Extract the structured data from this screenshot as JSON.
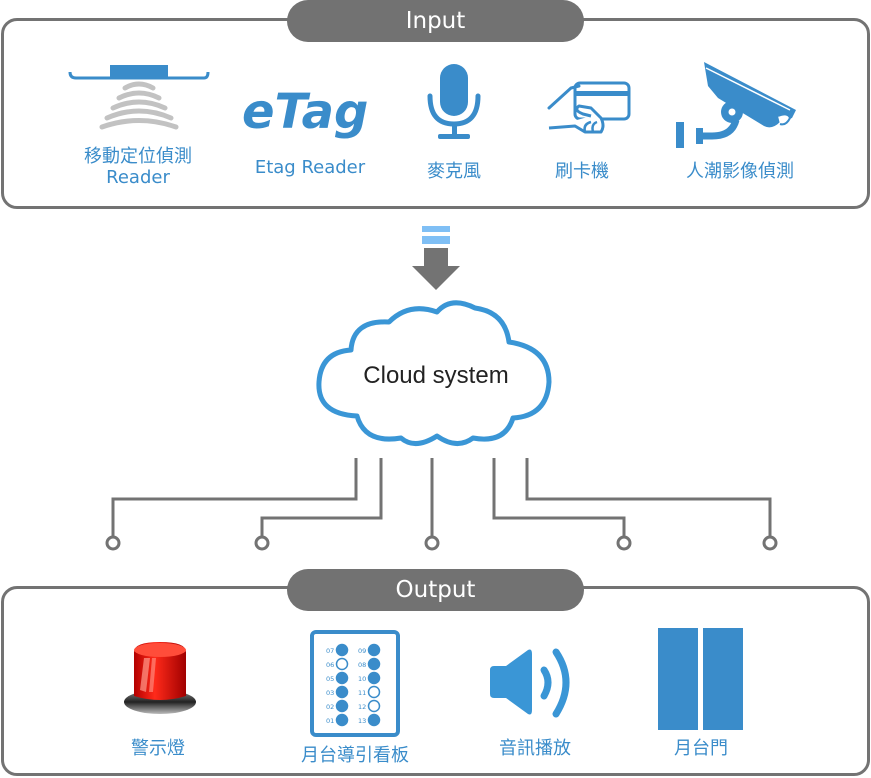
{
  "input": {
    "title": "Input",
    "items": [
      {
        "icon": "rfid-reader-icon",
        "label_line1": "移動定位偵測",
        "label_line2": "Reader"
      },
      {
        "icon": "etag-logo-icon",
        "logo_text": "eTag",
        "label_line1": "Etag Reader"
      },
      {
        "icon": "microphone-icon",
        "label_line1": "麥克風"
      },
      {
        "icon": "card-swipe-icon",
        "label_line1": "刷卡機"
      },
      {
        "icon": "cctv-camera-icon",
        "label_line1": "人潮影像偵測"
      }
    ]
  },
  "cloud": {
    "label": "Cloud system",
    "icon": "cloud-icon"
  },
  "output": {
    "title": "Output",
    "items": [
      {
        "icon": "warning-light-icon",
        "label_line1": "警示燈"
      },
      {
        "icon": "platform-guide-board-icon",
        "label_line1": "月台導引看板",
        "board": {
          "left": [
            {
              "num": "07",
              "on": true
            },
            {
              "num": "06",
              "on": false
            },
            {
              "num": "05",
              "on": true
            },
            {
              "num": "03",
              "on": true
            },
            {
              "num": "02",
              "on": true
            },
            {
              "num": "01",
              "on": true
            }
          ],
          "right": [
            {
              "num": "09",
              "on": true
            },
            {
              "num": "08",
              "on": true
            },
            {
              "num": "10",
              "on": true
            },
            {
              "num": "11",
              "on": false
            },
            {
              "num": "12",
              "on": false
            },
            {
              "num": "13",
              "on": true
            }
          ]
        }
      },
      {
        "icon": "speaker-icon",
        "label_line1": "音訊播放"
      },
      {
        "icon": "platform-door-icon",
        "label_line1": "月台門"
      }
    ]
  },
  "colors": {
    "accent_blue": "#3a8cca",
    "frame_gray": "#737373",
    "arrow_light_blue": "#7fbff5",
    "warning_red": "#d40000"
  }
}
